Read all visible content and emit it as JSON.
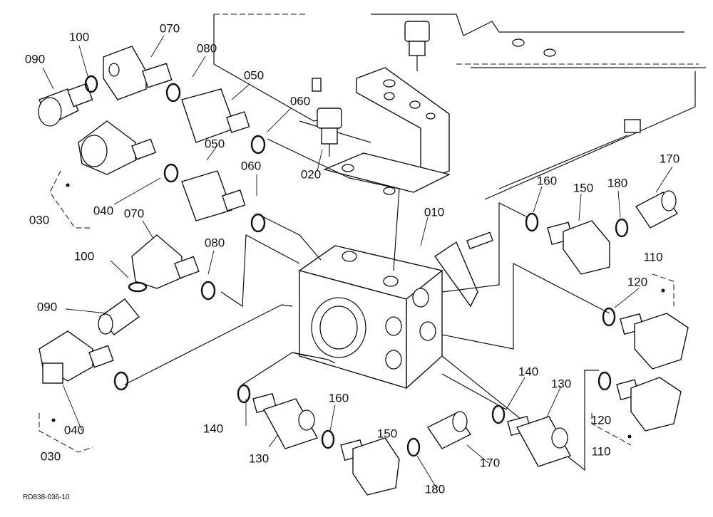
{
  "diagram": {
    "drawing_code": "RD838-036-10",
    "callouts": [
      {
        "text": "070"
      },
      {
        "text": "100"
      },
      {
        "text": "080"
      },
      {
        "text": "090"
      },
      {
        "text": "050"
      },
      {
        "text": "060"
      },
      {
        "text": "050"
      },
      {
        "text": "060"
      },
      {
        "text": "020"
      },
      {
        "text": "030"
      },
      {
        "text": "040"
      },
      {
        "text": "070"
      },
      {
        "text": "080"
      },
      {
        "text": "100"
      },
      {
        "text": "090"
      },
      {
        "text": "040"
      },
      {
        "text": "030"
      },
      {
        "text": "010"
      },
      {
        "text": "160"
      },
      {
        "text": "150"
      },
      {
        "text": "180"
      },
      {
        "text": "170"
      },
      {
        "text": "110"
      },
      {
        "text": "120"
      },
      {
        "text": "140"
      },
      {
        "text": "130"
      },
      {
        "text": "120"
      },
      {
        "text": "110"
      },
      {
        "text": "140"
      },
      {
        "text": "160"
      },
      {
        "text": "150"
      },
      {
        "text": "130"
      },
      {
        "text": "170"
      },
      {
        "text": "180"
      }
    ]
  }
}
